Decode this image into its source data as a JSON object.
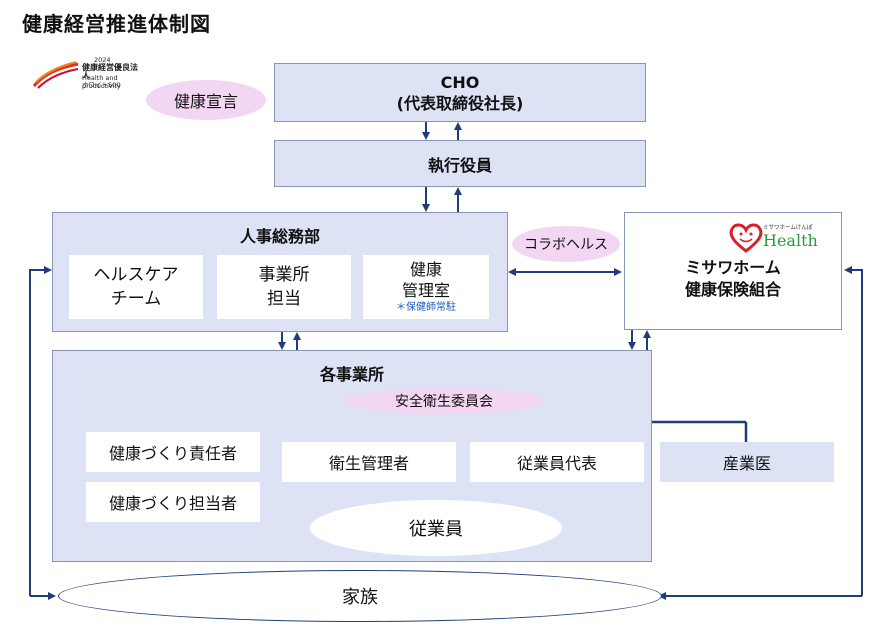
{
  "title": "健康経営推進体制図",
  "logo": {
    "year": "2024",
    "line1": "健康経営優良法人",
    "line2": "Health and productivity",
    "line3": "ホワイト500"
  },
  "declaration": "健康宣言",
  "cho": {
    "line1": "CHO",
    "line2": "(代表取締役社長)"
  },
  "executive": "執行役員",
  "hr": {
    "title": "人事総務部",
    "team1_l1": "ヘルスケア",
    "team1_l2": "チーム",
    "team2_l1": "事業所",
    "team2_l2": "担当",
    "team3_l1": "健康",
    "team3_l2": "管理室",
    "team3_note": "＊保健師常駐"
  },
  "collab": "コラボヘルス",
  "insurance": {
    "line1": "ミサワホーム",
    "line2": "健康保険組合",
    "logo_small": "ミサワホームけんぽ",
    "logo_main": "Health"
  },
  "offices": {
    "title": "各事業所",
    "committee": "安全衛生委員会",
    "role1": "健康づくり責任者",
    "role2": "健康づくり担当者",
    "role3": "衛生管理者",
    "role4": "従業員代表",
    "role5": "産業医",
    "employees": "従業員"
  },
  "family": "家族",
  "colors": {
    "box_fill": "#dde3f5",
    "box_border": "#8a94b3",
    "pill_fill": "#f2d6f2",
    "line": "#1f3d7a"
  }
}
